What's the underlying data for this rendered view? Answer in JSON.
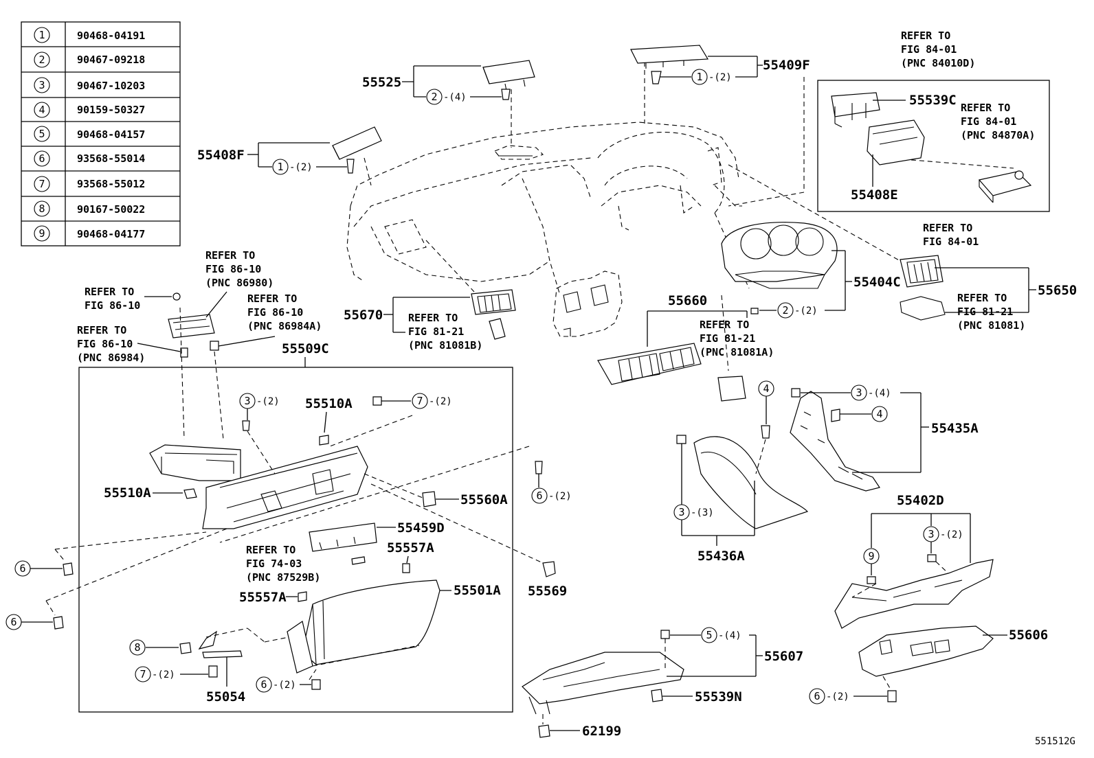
{
  "figure_id": "551512G",
  "fastener_table": [
    {
      "num": "1",
      "part": "90468-04191"
    },
    {
      "num": "2",
      "part": "90467-09218"
    },
    {
      "num": "3",
      "part": "90467-10203"
    },
    {
      "num": "4",
      "part": "90159-50327"
    },
    {
      "num": "5",
      "part": "90468-04157"
    },
    {
      "num": "6",
      "part": "93568-55014"
    },
    {
      "num": "7",
      "part": "93568-55012"
    },
    {
      "num": "8",
      "part": "90167-50022"
    },
    {
      "num": "9",
      "part": "90468-04177"
    }
  ],
  "part_labels": {
    "p55525": "55525",
    "p55409F": "55409F",
    "p55408F": "55408F",
    "p55539C": "55539C",
    "p55408E": "55408E",
    "p55404C": "55404C",
    "p55650": "55650",
    "p55670": "55670",
    "p55660": "55660",
    "p55509C": "55509C",
    "p55510A_top": "55510A",
    "p55510A_left": "55510A",
    "p55560A": "55560A",
    "p55459D": "55459D",
    "p55557A_right": "55557A",
    "p55557A_left": "55557A",
    "p55501A": "55501A",
    "p55569": "55569",
    "p55054": "55054",
    "p55435A": "55435A",
    "p55436A": "55436A",
    "p55402D": "55402D",
    "p55606": "55606",
    "p55607": "55607",
    "p55539N": "55539N",
    "p62199": "62199"
  },
  "callouts": {
    "c55525": {
      "num": "2",
      "qty": "-(4)"
    },
    "c55409F": {
      "num": "1",
      "qty": "-(2)"
    },
    "c55408F": {
      "num": "1",
      "qty": "-(2)"
    },
    "c55404C": {
      "num": "2",
      "qty": "-(2)"
    },
    "c3_glovebox": {
      "num": "3",
      "qty": "-(2)"
    },
    "c7_top": {
      "num": "7",
      "qty": "-(2)"
    },
    "c6_right": {
      "num": "6",
      "qty": "-(2)"
    },
    "c6_left_a": {
      "num": "6",
      "qty": ""
    },
    "c6_left_b": {
      "num": "6",
      "qty": ""
    },
    "c8": {
      "num": "8",
      "qty": ""
    },
    "c7_bottom": {
      "num": "7",
      "qty": "-(2)"
    },
    "c6_bottom": {
      "num": "6",
      "qty": "-(2)"
    },
    "c4_a": {
      "num": "4",
      "qty": ""
    },
    "c3_55435A": {
      "num": "3",
      "qty": "-(4)"
    },
    "c4_b": {
      "num": "4",
      "qty": ""
    },
    "c3_55436A": {
      "num": "3",
      "qty": "-(3)"
    },
    "c9": {
      "num": "9",
      "qty": ""
    },
    "c3_55402D": {
      "num": "3",
      "qty": "-(2)"
    },
    "c5": {
      "num": "5",
      "qty": "-(4)"
    },
    "c6_55606": {
      "num": "6",
      "qty": "-(2)"
    }
  },
  "refer_notes": {
    "r84010D": [
      "REFER TO",
      "FIG 84-01",
      "(PNC 84010D)"
    ],
    "r84870A": [
      "REFER TO",
      "FIG 84-01",
      "(PNC 84870A)"
    ],
    "r8401": [
      "REFER TO",
      "FIG 84-01"
    ],
    "r81081": [
      "REFER TO",
      "FIG 81-21",
      "(PNC 81081)"
    ],
    "r81081A": [
      "REFER TO",
      "FIG 81-21",
      "(PNC 81081A)"
    ],
    "r81081B": [
      "REFER TO",
      "FIG 81-21",
      "(PNC 81081B)"
    ],
    "r86980": [
      "REFER TO",
      "FIG 86-10",
      "(PNC 86980)"
    ],
    "r8610": [
      "REFER TO",
      "FIG 86-10"
    ],
    "r86984A": [
      "REFER TO",
      "FIG 86-10",
      "(PNC 86984A)"
    ],
    "r86984": [
      "REFER TO",
      "FIG 86-10",
      "(PNC 86984)"
    ],
    "r87529B": [
      "REFER TO",
      "FIG 74-03",
      "(PNC 87529B)"
    ]
  }
}
